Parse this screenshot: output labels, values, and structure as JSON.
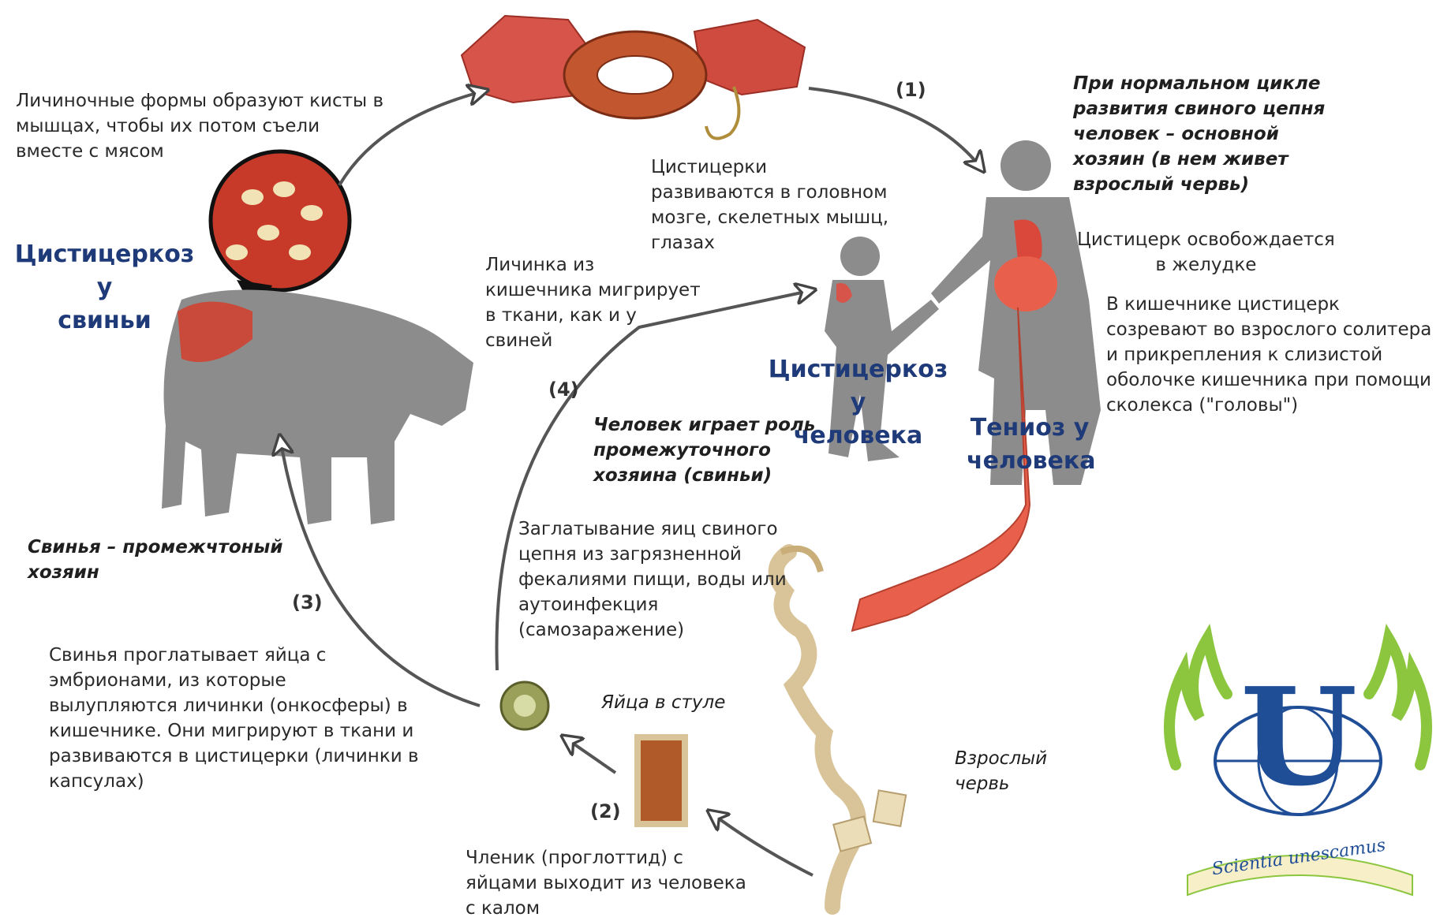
{
  "steps": {
    "s1": "(1)",
    "s2": "(2)",
    "s3": "(3)",
    "s4": "(4)"
  },
  "headings": {
    "pig_cysticercosis": "Цистицеркоз у\nсвиньи",
    "human_cysticercosis": "Цистицеркоз у\nчеловека",
    "human_teniasis": "Тениоз у\nчеловека"
  },
  "notes": {
    "larval_cysts": "Личиночные формы образуют кисты в\nмышцах, чтобы их потом съели\nвместе с мясом",
    "cysticerci_develop": "Цистицерки\nразвиваются в головном\nмозге, скелетных мышц,\nглазах",
    "larva_migrates": "Личинка из\nкишечника мигрирует\nв ткани, как и у\nсвиней",
    "normal_cycle": "При нормальном цикле\nразвития свиного цепня\nчеловек – основной\nхозяин (в нем живет\nвзрослый червь)",
    "released_stomach": "Цистицерк освобождается\nв желудке",
    "matures_intestine": "В кишечнике цистицерк\nсозревают во взрослого солитера\nи прикрепления к слизистой\nоболочке кишечника при помощи\nсколекса (\"головы\")",
    "human_intermediate": "Человек играет роль\nпромежуточного\nхозяина (свиньи)",
    "swallowing_eggs": "Заглатывание яиц свиного\nцепня из загрязненной\nфекалиями пищи, воды или\nаутоинфекция\n(самозаражение)",
    "pig_intermediate": "Свинья – промежчтоный\nхозяин",
    "pig_swallows": "Свинья проглатывает яйца с\nэмбрионами, из которые\nвылупляются личинки (онкосферы) в\nкишечнике. Они мигрируют в ткани и\nразвиваются в цистицерки (личинки в\nкапсулах)",
    "eggs_stool": "Яйца в стуле",
    "adult_worm": "Взрослый\nчервь",
    "proglottid": "Членик (проглоттид) с\nяйцами выходит из человека\nс калом"
  },
  "logo": {
    "letter": "U",
    "motto": "Scientia unescamus"
  },
  "colors": {
    "heading": "#1f3a78",
    "silhouette": "#8c8c8c",
    "meat": "#c0392b",
    "intestine": "#e8604c",
    "worm": "#d9c49a",
    "logo_blue": "#1f4e96",
    "laurel": "#8cc63f"
  }
}
